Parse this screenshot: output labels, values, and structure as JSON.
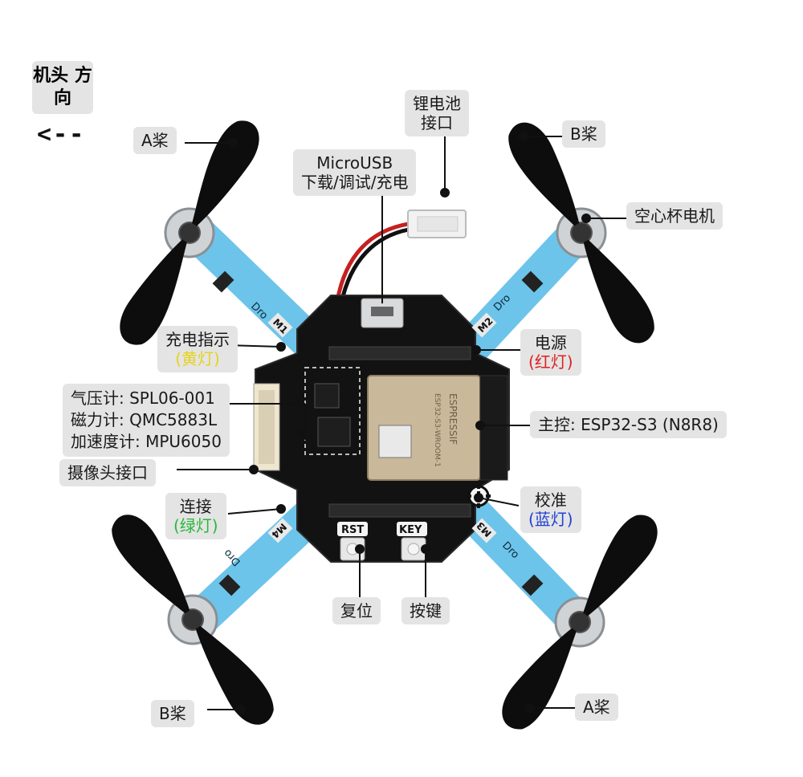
{
  "orientation": {
    "title_line1": "机头",
    "title_line2": "方向",
    "arrow": "<--"
  },
  "labels": {
    "prop_top_left": "A桨",
    "prop_top_right": "B桨",
    "prop_bottom_left": "B桨",
    "prop_bottom_right": "A桨",
    "battery_line1": "锂电池",
    "battery_line2": "接口",
    "usb_line1": "MicroUSB",
    "usb_line2": "下载/调试/充电",
    "motor": "空心杯电机",
    "charge_line1": "充电指示",
    "charge_line2": "(黄灯)",
    "power_line1": "电源",
    "power_line2": "(红灯)",
    "sensor_baro": "气压计:  SPL06-001",
    "sensor_mag": "磁力计:  QMC5883L",
    "sensor_acc": "加速度计:  MPU6050",
    "mcu": "主控: ESP32-S3 (N8R8)",
    "camera": "摄像头接口",
    "connect_line1": "连接",
    "connect_line2": "(绿灯)",
    "calib_line1": "校准",
    "calib_line2": "(蓝灯)",
    "reset": "复位",
    "key": "按键"
  },
  "board_markings": {
    "rst": "RST",
    "key": "KEY",
    "m1": "M1",
    "m2": "M2",
    "m3": "M3",
    "m4": "M4",
    "arm": "Dro",
    "module_brand": "ESPRESSIF",
    "module_model": "ESP32-S3-WROOM-1"
  },
  "colors": {
    "arm_blue": "#6cc4ea",
    "board_black": "#121212",
    "propeller_black": "#0d0d0d",
    "module_gold": "#c9b89a",
    "label_bg": "#e4e4e4",
    "indicator_yellow": "#e6d31a",
    "indicator_red": "#e02020",
    "indicator_green": "#27b83a",
    "indicator_blue": "#1f3fd6"
  }
}
